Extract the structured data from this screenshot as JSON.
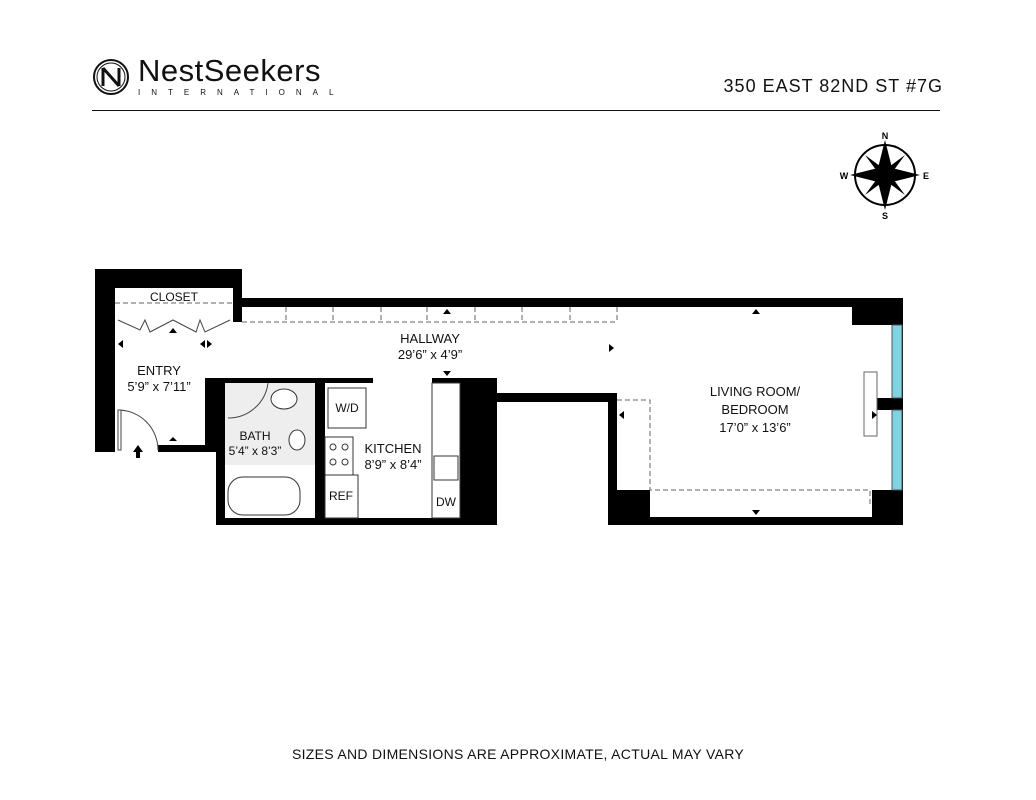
{
  "brand": {
    "name": "NestSeekers",
    "sub": "INTERNATIONAL"
  },
  "address": "350 EAST 82ND ST #7G",
  "compass": {
    "n": "N",
    "s": "S",
    "e": "E",
    "w": "W"
  },
  "rooms": {
    "closet": "CLOSET",
    "entry": {
      "name": "ENTRY",
      "dims": "5’9” x 7’11”"
    },
    "hallway": {
      "name": "HALLWAY",
      "dims": "29’6” x 4’9”"
    },
    "bath": {
      "name": "BATH",
      "dims": "5’4” x 8’3”"
    },
    "kitchen": {
      "name": "KITCHEN",
      "dims": "8’9” x 8’4”"
    },
    "living": {
      "name1": "LIVING ROOM/",
      "name2": "BEDROOM",
      "dims": "17’0” x 13’6”"
    }
  },
  "fixtures": {
    "wd": "W/D",
    "ref": "REF",
    "dw": "DW"
  },
  "colors": {
    "wall": "#000000",
    "window": "#7fd3e3"
  },
  "disclaimer": "SIZES AND DIMENSIONS ARE APPROXIMATE, ACTUAL MAY VARY"
}
